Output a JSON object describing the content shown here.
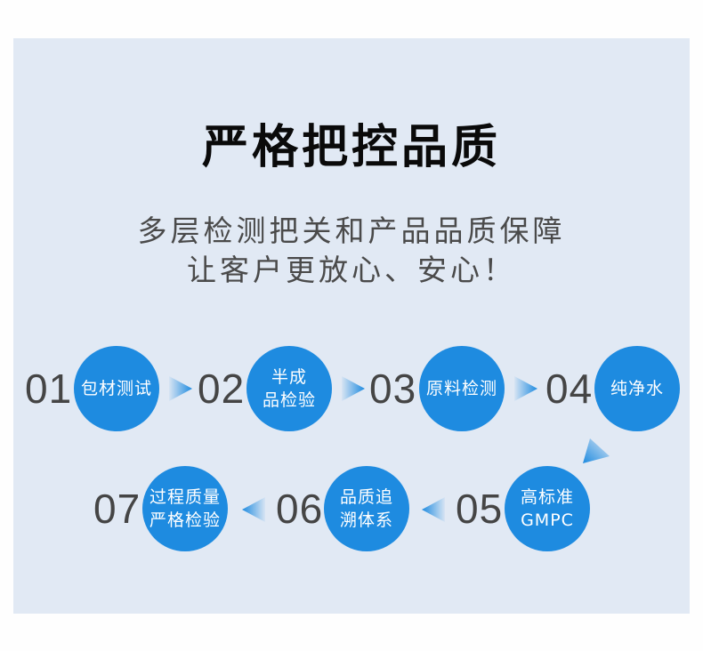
{
  "title": "严格把控品质",
  "subtitle": {
    "line1": "多层检测把关和产品品质保障",
    "line2": "让客户更放心、安心！"
  },
  "colors": {
    "page_background": "#fefefe",
    "panel_background": "#e1e9f4",
    "circle_blue": "#1e8be0",
    "number_gray": "#454545",
    "title_black": "#0a0a0a",
    "subtitle_gray": "#4a4a4a"
  },
  "steps": [
    {
      "number": "01",
      "line1": "包材测试",
      "line2": ""
    },
    {
      "number": "02",
      "line1": "半成",
      "line2": "品检验"
    },
    {
      "number": "03",
      "line1": "原料检测",
      "line2": ""
    },
    {
      "number": "04",
      "line1": "纯净水",
      "line2": ""
    },
    {
      "number": "05",
      "line1": "高标准",
      "line2": "GMPC"
    },
    {
      "number": "06",
      "line1": "品质追",
      "line2": "溯体系"
    },
    {
      "number": "07",
      "line1": "过程质量",
      "line2": "严格检验"
    }
  ],
  "arrows": [
    {
      "icon": "arrow-right-icon",
      "from": "01",
      "to": "02"
    },
    {
      "icon": "arrow-right-icon",
      "from": "02",
      "to": "03"
    },
    {
      "icon": "arrow-right-icon",
      "from": "03",
      "to": "04"
    },
    {
      "icon": "arrow-down-left-icon",
      "from": "04",
      "to": "05"
    },
    {
      "icon": "arrow-left-icon",
      "from": "05",
      "to": "06"
    },
    {
      "icon": "arrow-left-icon",
      "from": "06",
      "to": "07"
    }
  ]
}
